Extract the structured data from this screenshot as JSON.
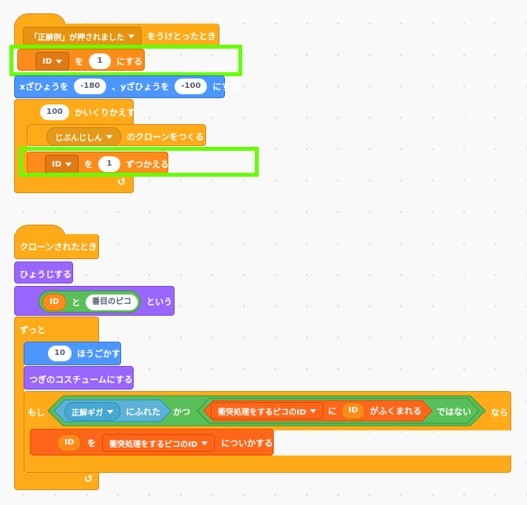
{
  "script1": {
    "hat": {
      "prefix": "「正解例」が押されました",
      "suffix": "をうけとったとき"
    },
    "set_var": {
      "var": "ID",
      "mid": "を",
      "value": "1",
      "suffix": "にする"
    },
    "goto": {
      "x_label": "xざひょうを",
      "x": "-180",
      "sep": "、yざひょうを",
      "y": "-100",
      "suffix": "にする"
    },
    "repeat": {
      "count": "100",
      "label": "かいくりかえす"
    },
    "clone": {
      "target": "じぶんじしん",
      "suffix": "のクローンをつくる"
    },
    "change_var": {
      "var": "ID",
      "mid": "を",
      "value": "1",
      "suffix": "ずつかえる"
    }
  },
  "script2": {
    "hat": "クローンされたとき",
    "show": "ひょうじする",
    "say": {
      "left": "ID",
      "mid": "と",
      "right": "番目のピコ",
      "suffix": "という"
    },
    "forever": "ずっと",
    "turn": {
      "value": "10",
      "label": "ほうごかす"
    },
    "costume": "つぎのコスチュームにする",
    "if": {
      "prefix": "もし",
      "touching": "正解ギガ",
      "touching_suffix": "にふれた",
      "and": "かつ",
      "list": "衝突処理をするピコのID",
      "ni": "に",
      "item": "ID",
      "contains": "がふくまれる",
      "not": "ではない",
      "then": "なら"
    },
    "add": {
      "item": "ID",
      "mid": "を",
      "list": "衝突処理をするピコのID",
      "suffix": "についかする"
    }
  },
  "colors": {
    "events": "#ffab19",
    "motion": "#4c97ff",
    "looks": "#9966ff",
    "operators": "#59c059",
    "variables": "#ff8c1a",
    "highlight": "#66ff00"
  }
}
